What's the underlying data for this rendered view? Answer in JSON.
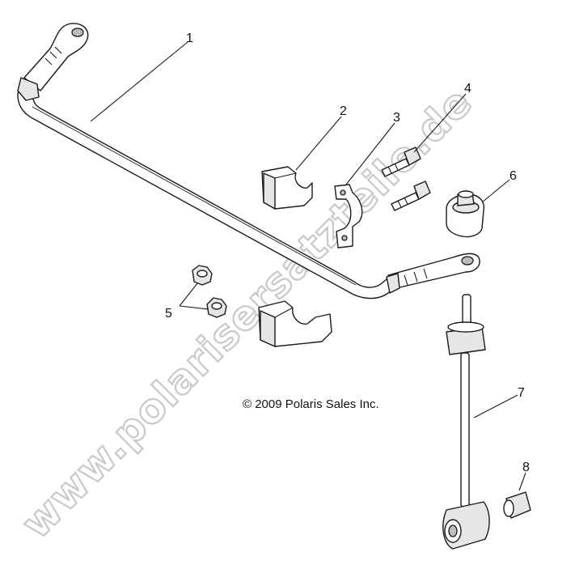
{
  "diagram": {
    "copyright": "© 2009 Polaris Sales Inc.",
    "watermark": "www.polarisersatzteile.de",
    "callouts": [
      "1",
      "2",
      "3",
      "4",
      "5",
      "6",
      "7",
      "8"
    ]
  }
}
